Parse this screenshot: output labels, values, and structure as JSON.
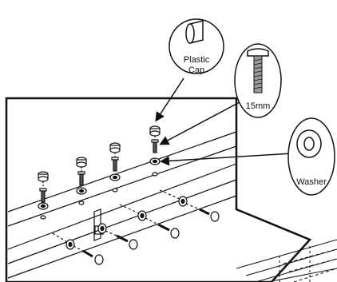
{
  "callouts": {
    "plastic_cap": {
      "line1": "Plastic",
      "line2": "Cap"
    },
    "bolt": {
      "label": "15mm"
    },
    "washer": {
      "label": "Washer"
    }
  },
  "colors": {
    "stroke": "#111111",
    "background": "#ffffff",
    "spring": "#777777"
  },
  "icons": [
    "plastic-cap-icon",
    "bolt-icon",
    "washer-icon"
  ]
}
